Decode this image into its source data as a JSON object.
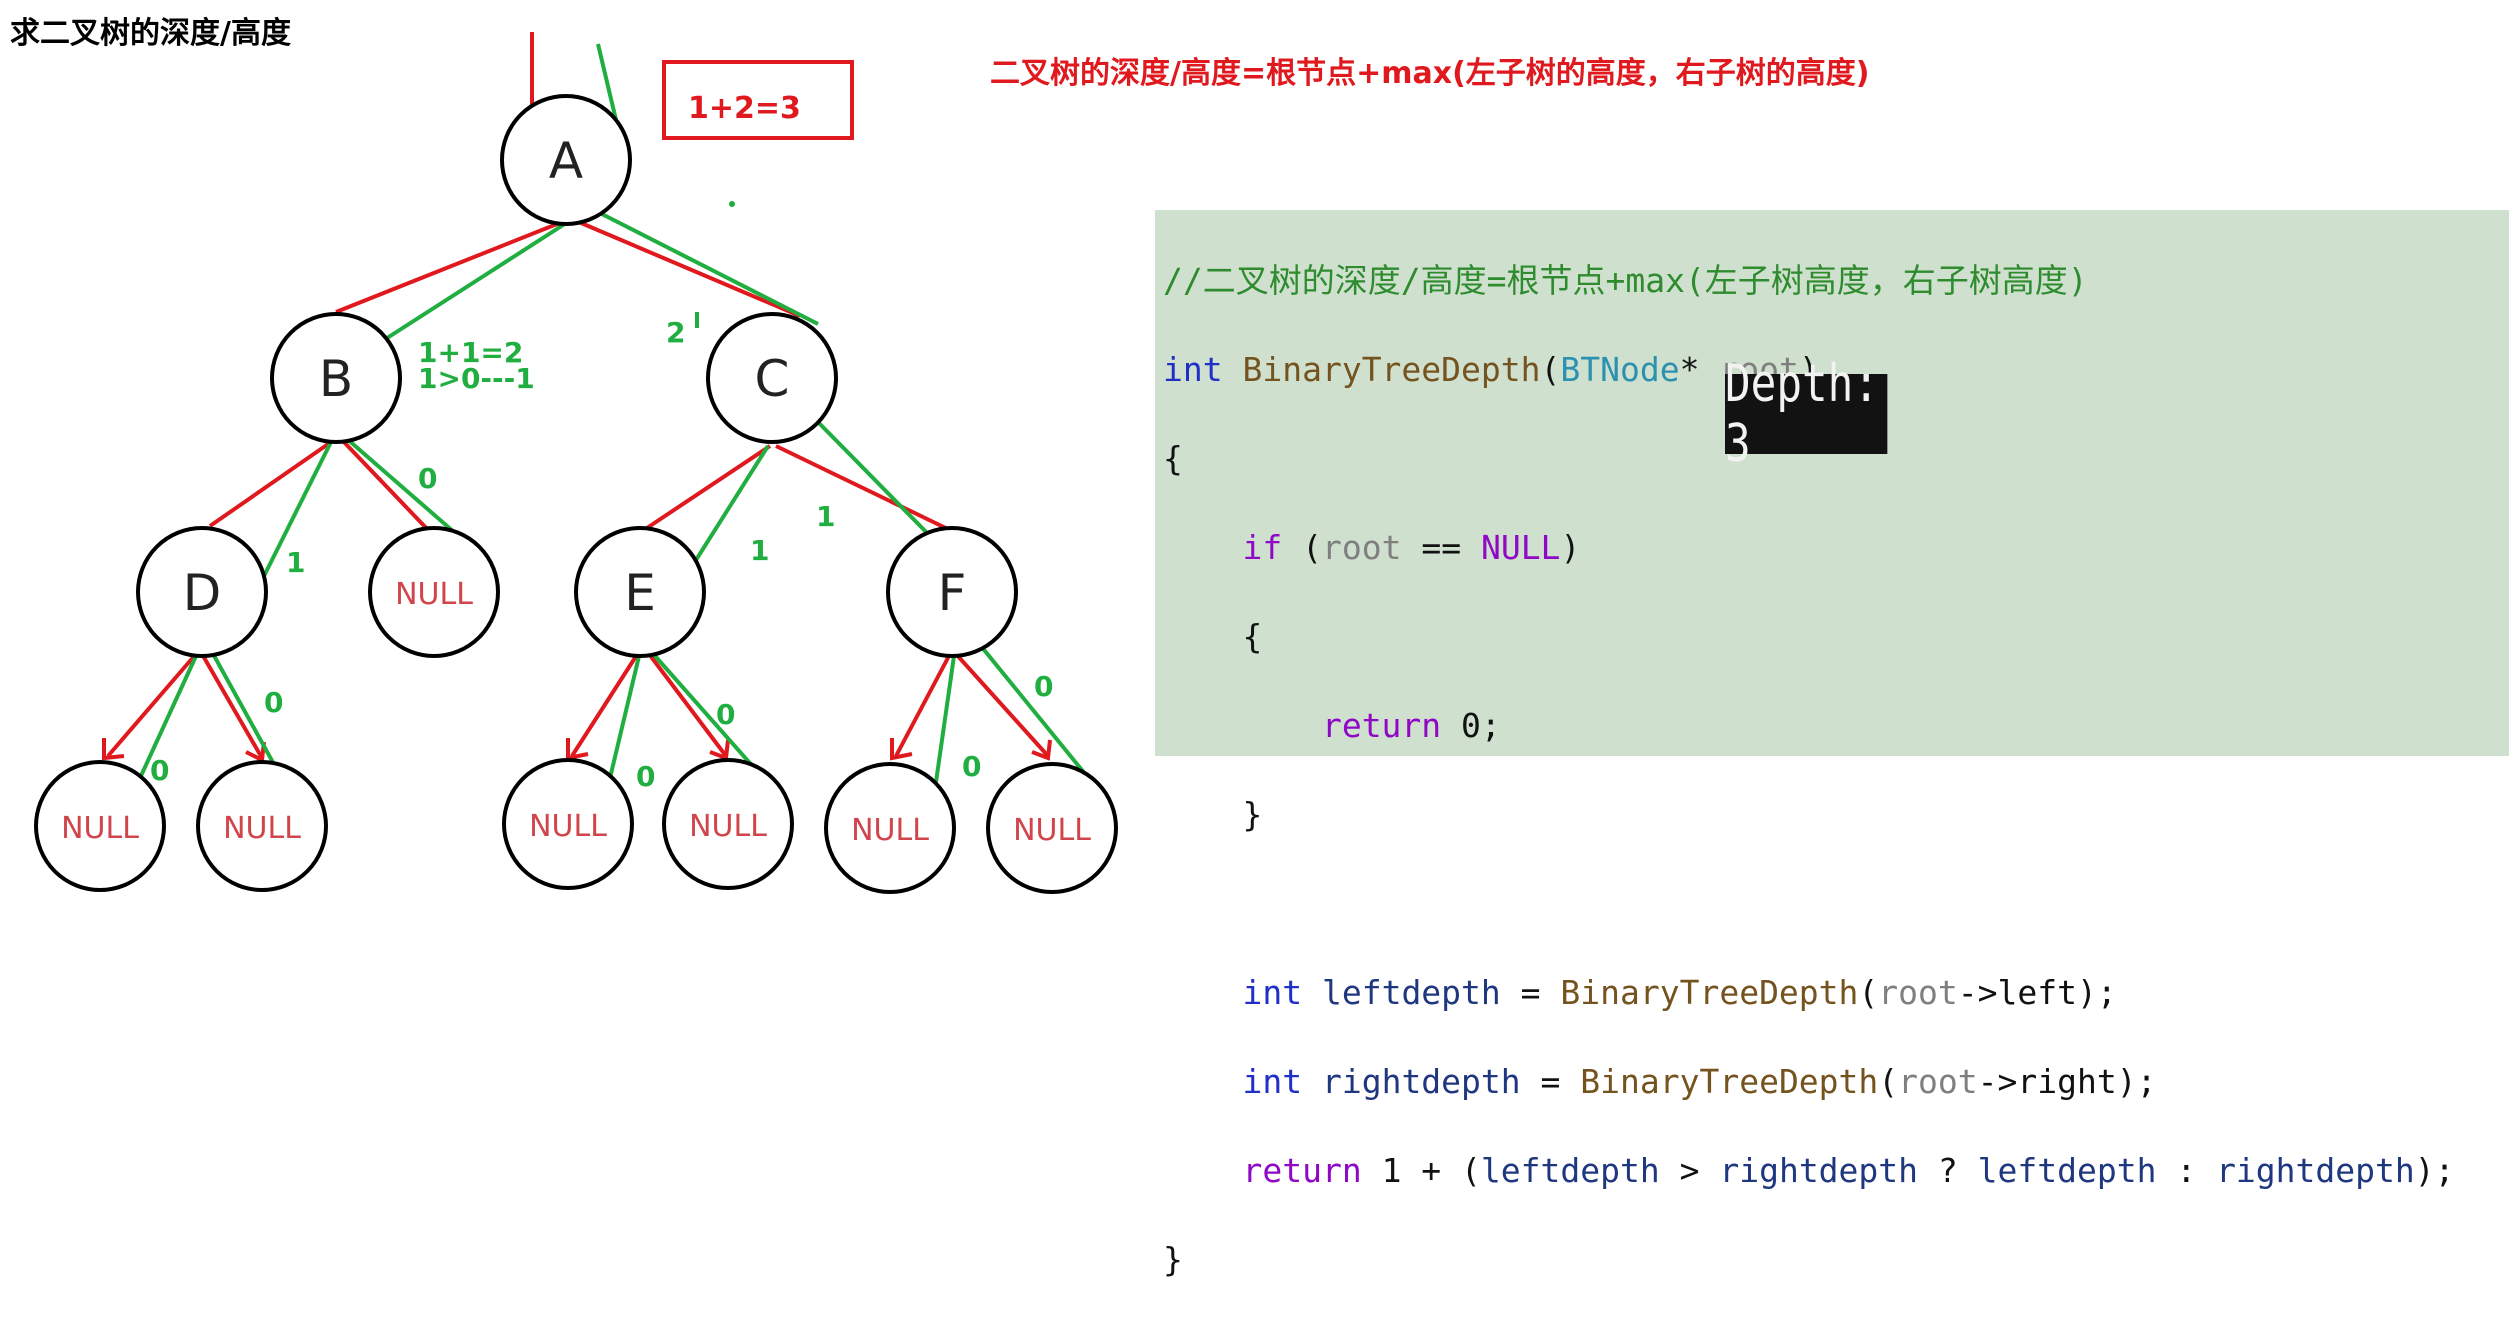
{
  "page_title": "求二叉树的深度/高度",
  "formula": "二叉树的深度/高度=根节点+max(左子树的高度，右子树的高度)",
  "tree": {
    "nodes": {
      "A": "A",
      "B": "B",
      "C": "C",
      "D": "D",
      "E": "E",
      "F": "F",
      "null": "NULL"
    },
    "annotations": {
      "root_box": "1+2=3",
      "b_calc_1": "1+1=2",
      "b_calc_2": "1>0---1",
      "c_depth": "2",
      "b_right": "0",
      "d_depth": "1",
      "e_depth": "1",
      "f_depth": "1",
      "d_null_left": "0",
      "d_null_right": "0",
      "e_null_left": "0",
      "e_null_right": "0",
      "f_null_left": "0",
      "f_null_right": "0"
    },
    "colors": {
      "red_path": "#e0191f",
      "green_path": "#1fae3f",
      "null_text": "#d0454b"
    }
  },
  "code": {
    "comment": "//二叉树的深度/高度=根节点+max(左子树高度，右子树高度)",
    "int": "int",
    "func": "BinaryTreeDepth",
    "open_paren": "(",
    "type": "BTNode",
    "star": "* ",
    "param": "root",
    "close_paren": ")",
    "brace_open": "{",
    "brace_close": "}",
    "if_kw": "if",
    "if_open": " (",
    "if_eq": " == ",
    "null_kw": "NULL",
    "return_kw": "return",
    "return_zero": " 0;",
    "leftdepth": "leftdepth",
    "rightdepth": "rightdepth",
    "assign": " = ",
    "arrow_left": "->left);",
    "arrow_right": "->right);",
    "return_expr_a": " 1 + (",
    "gt": " > ",
    "q": " ? ",
    "colon": " : ",
    "end": ");"
  },
  "depth_badge": "Depth: 3"
}
